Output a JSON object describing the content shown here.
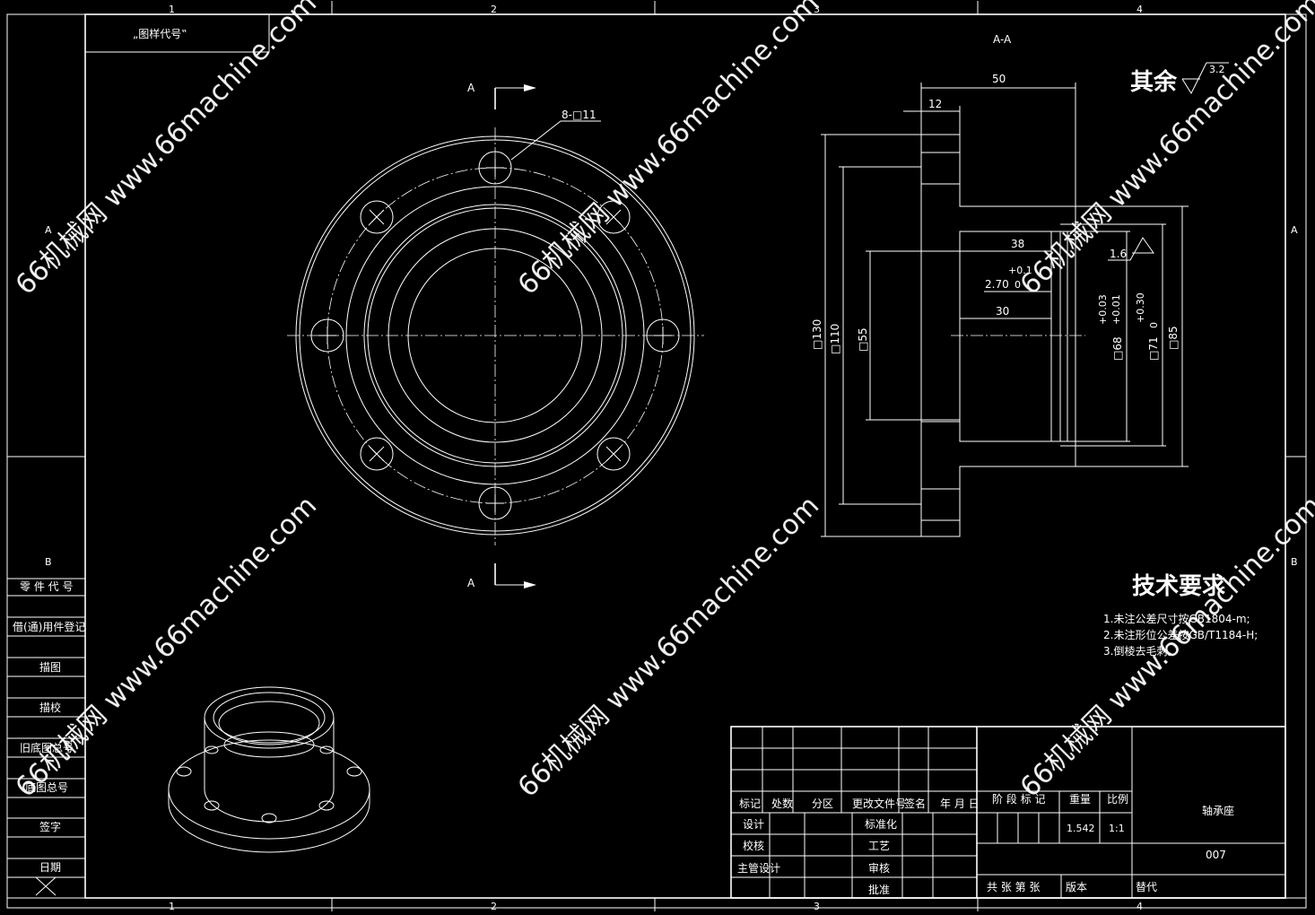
{
  "frame": {
    "top_zone_numbers": [
      "1",
      "2",
      "3",
      "4"
    ],
    "bottom_zone_numbers": [
      "1",
      "2",
      "3",
      "4"
    ],
    "side_zone_letters": [
      "A",
      "B"
    ]
  },
  "drawing_code_box": "„图样代号‟",
  "left_strip": {
    "labels": [
      "零 件 代 号",
      "借(通)用件登记",
      "描图",
      "描校",
      "旧底图总号",
      "底图总号",
      "签字",
      "日期"
    ]
  },
  "front_view": {
    "section_mark": "A",
    "hole_callout": "8-□11"
  },
  "section_view": {
    "title": "A-A",
    "dims": {
      "len50": "50",
      "len12": "12",
      "len38": "38",
      "len30": "30",
      "d130": "□130",
      "d110": "□110",
      "d55": "□55",
      "d68": "□68",
      "d71": "□71",
      "d85": "□85",
      "tol_a": "+0.03",
      "tol_b": "+0.01",
      "tol_c": "+0.30",
      "tol_c0": "0",
      "tol_270": "2.70",
      "tol_270up": "+0.1",
      "tol_270lo": "0",
      "rough": "1.6"
    }
  },
  "roughness_note": {
    "text": "其余",
    "value": "3.2"
  },
  "tech_req": {
    "title": "技术要求",
    "lines": [
      "1.未注公差尺寸按GB1804-m;",
      "2.未注形位公差按GB/T1184-H;",
      "3.倒棱去毛刺。"
    ]
  },
  "title_block": {
    "rev_headers": [
      "标记",
      "处数",
      "分区",
      "更改文件号",
      "签名",
      "年 月 日"
    ],
    "roles": [
      "设计",
      "校核",
      "主管设计"
    ],
    "roles2": [
      "标准化",
      "工艺",
      "审核",
      "批准"
    ],
    "stage_label": "阶 段 标 记",
    "weight_label": "重量",
    "scale_label": "比例",
    "weight": "1.542",
    "scale": "1:1",
    "part_name": "轴承座",
    "drawing_no": "007",
    "sheets": "共  张 第  张",
    "version": "版本",
    "replace": "替代"
  },
  "watermark": "66机械网 www.66machine.com"
}
